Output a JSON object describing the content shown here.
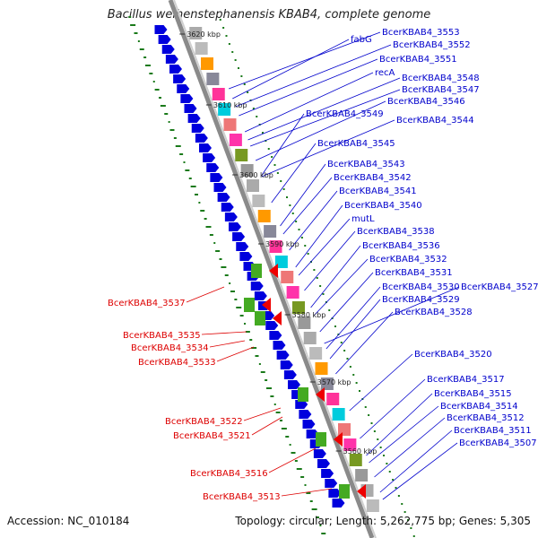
{
  "title": "Bacillus weihenstephanensis KBAB4, complete genome",
  "accession_label": "Accession: NC_010184",
  "topology_label": "Topology: circular; Length: 5,262,775 bp; Genes: 5,305",
  "colors": {
    "forward_label": "#0000cc",
    "reverse_label": "#dd0000",
    "backbone": "#8a8a8a",
    "gc_track": "#1a7a1a"
  },
  "ticks": [
    "3620 kbp",
    "3610 kbp",
    "3600 kbp",
    "3590 kbp",
    "3580 kbp",
    "3570 kbp",
    "3560 kbp"
  ],
  "forward_labels": [
    "BcerKBAB4_3553",
    "fabG",
    "BcerKBAB4_3552",
    "BcerKBAB4_3551",
    "recA",
    "BcerKBAB4_3548",
    "BcerKBAB4_3547",
    "BcerKBAB4_3546",
    "BcerKBAB4_3549",
    "BcerKBAB4_3544",
    "BcerKBAB4_3545",
    "BcerKBAB4_3543",
    "BcerKBAB4_3542",
    "BcerKBAB4_3541",
    "BcerKBAB4_3540",
    "mutL",
    "BcerKBAB4_3538",
    "BcerKBAB4_3536",
    "BcerKBAB4_3532",
    "BcerKBAB4_3531",
    "BcerKBAB4_3530",
    "BcerKBAB4_3527",
    "BcerKBAB4_3529",
    "BcerKBAB4_3528",
    "BcerKBAB4_3520",
    "BcerKBAB4_3517",
    "BcerKBAB4_3515",
    "BcerKBAB4_3514",
    "BcerKBAB4_3512",
    "BcerKBAB4_3511",
    "BcerKBAB4_3507"
  ],
  "reverse_labels": [
    "BcerKBAB4_3537",
    "BcerKBAB4_3535",
    "BcerKBAB4_3534",
    "BcerKBAB4_3533",
    "BcerKBAB4_3522",
    "BcerKBAB4_3521",
    "BcerKBAB4_3516",
    "BcerKBAB4_3513"
  ]
}
